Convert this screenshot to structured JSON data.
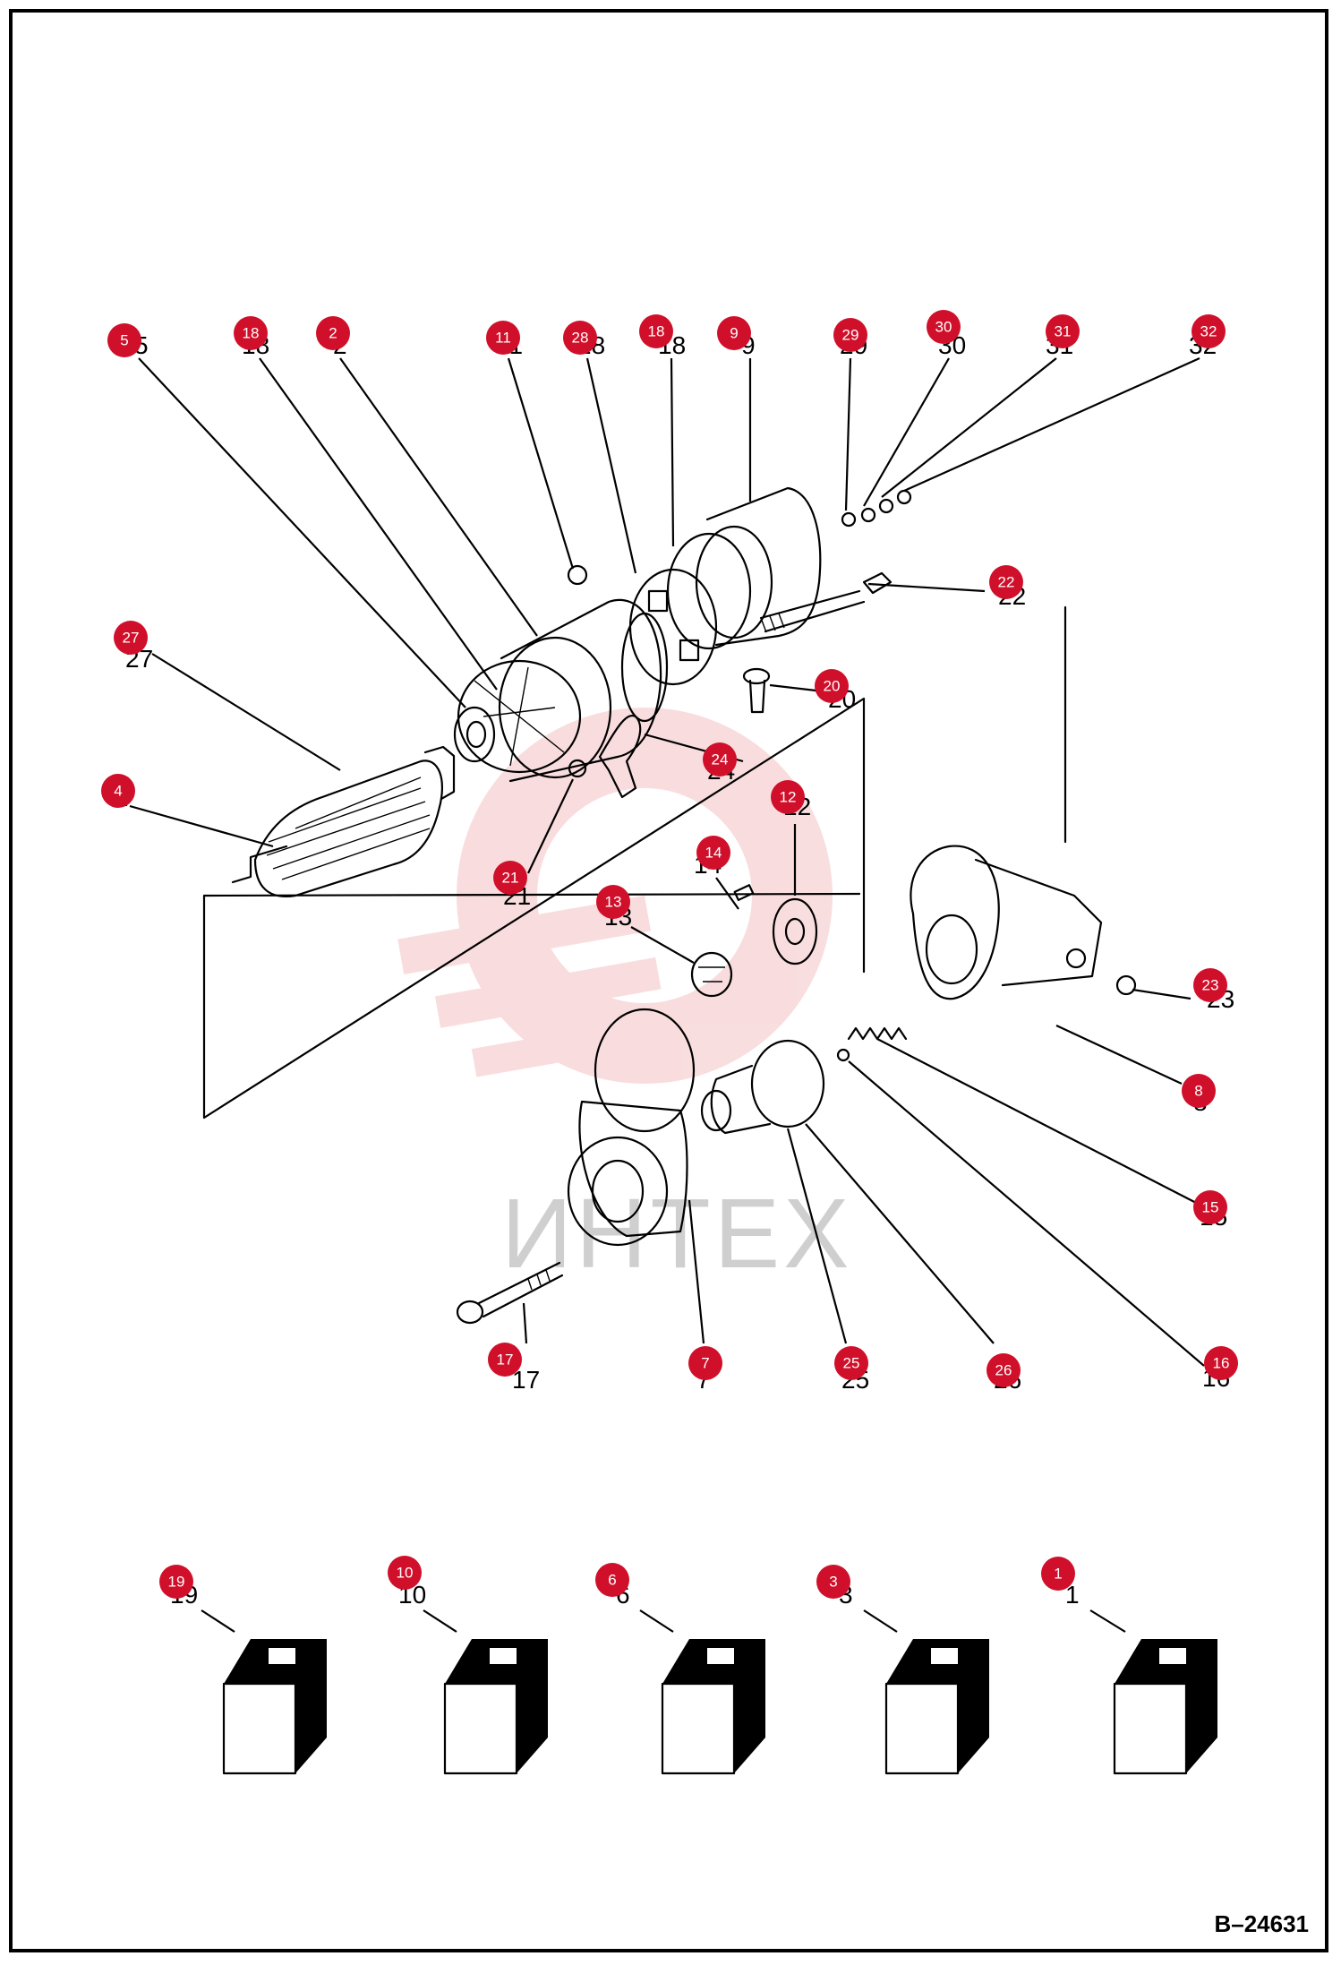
{
  "drawing_number": "B–24631",
  "watermark_text": "ИНТЕХ",
  "colors": {
    "badge": "#d0102a",
    "line": "#000000",
    "watermark": "#e0484f"
  },
  "callouts": [
    {
      "n": "5",
      "label": "5"
    },
    {
      "n": "18a",
      "label": "18"
    },
    {
      "n": "2",
      "label": "2"
    },
    {
      "n": "11",
      "label": "11"
    },
    {
      "n": "28",
      "label": "28"
    },
    {
      "n": "18b",
      "label": "18"
    },
    {
      "n": "9",
      "label": "9"
    },
    {
      "n": "29",
      "label": "29"
    },
    {
      "n": "30",
      "label": "30"
    },
    {
      "n": "31",
      "label": "31"
    },
    {
      "n": "32",
      "label": "32"
    },
    {
      "n": "22",
      "label": "22"
    },
    {
      "n": "27",
      "label": "27"
    },
    {
      "n": "20",
      "label": "20"
    },
    {
      "n": "24",
      "label": "24"
    },
    {
      "n": "4",
      "label": "4"
    },
    {
      "n": "12",
      "label": "12"
    },
    {
      "n": "14",
      "label": "14"
    },
    {
      "n": "21",
      "label": "21"
    },
    {
      "n": "13",
      "label": "13"
    },
    {
      "n": "23",
      "label": "23"
    },
    {
      "n": "8",
      "label": "8"
    },
    {
      "n": "15",
      "label": "15"
    },
    {
      "n": "16",
      "label": "16"
    },
    {
      "n": "17",
      "label": "17"
    },
    {
      "n": "7",
      "label": "7"
    },
    {
      "n": "25",
      "label": "25"
    },
    {
      "n": "26",
      "label": "26"
    },
    {
      "n": "19",
      "label": "19"
    },
    {
      "n": "10",
      "label": "10"
    },
    {
      "n": "6",
      "label": "6"
    },
    {
      "n": "3",
      "label": "3"
    },
    {
      "n": "1",
      "label": "1"
    }
  ]
}
